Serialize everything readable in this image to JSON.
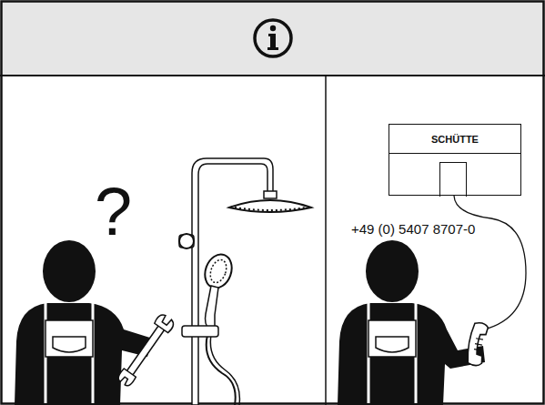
{
  "diagram": {
    "nodes": [
      {
        "text": [
          "SCHÜTTE"
        ]
      }
    ],
    "labels": [
      "?",
      "+49 (0) 5407 8707-0"
    ]
  }
}
